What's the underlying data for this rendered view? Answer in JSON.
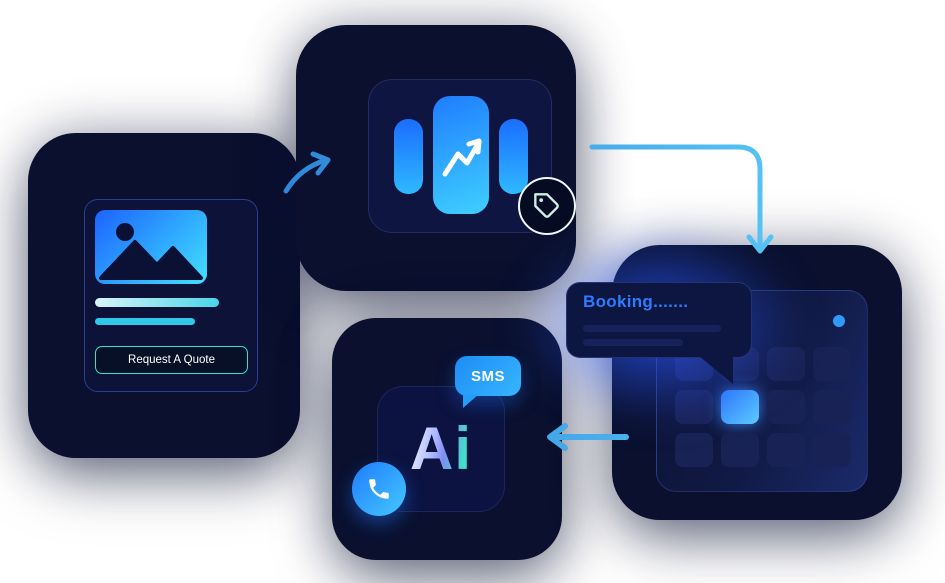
{
  "quote_card": {
    "button_label": "Request A Quote"
  },
  "ai_card": {
    "label": "Ai",
    "sms_badge_label": "SMS"
  },
  "booking_bubble": {
    "label": "Booking......."
  },
  "icons": {
    "photo-icon": "image placeholder (sun + mountains)",
    "trend-arrow-icon": "zigzag growth arrow",
    "price-tag-icon": "price tag",
    "sms-bubble-icon": "chat speech bubble",
    "phone-icon": "phone handset",
    "calendar-icon": "calendar grid with highlighted day",
    "flow-arrow-icon": "blue connector arrow"
  },
  "palette": {
    "page_bg": "#ffffff",
    "card_bg": "#0a102e",
    "tile_bg": "#0d1540",
    "panel_bg": "#0c1238",
    "bright_blue": "#2f7dff",
    "cyan": "#3fd4ff",
    "teal": "#2ee6c8",
    "sms_blue": "#2196f3",
    "booking_text_blue": "#2e7bff",
    "arrow_blue": "#3d9af0",
    "glow_blue": "#2b58ff"
  }
}
